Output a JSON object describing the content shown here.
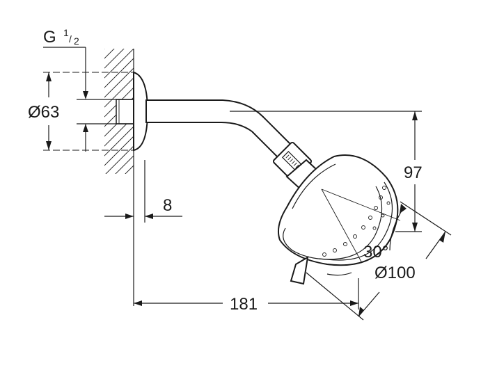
{
  "drawing": {
    "thread_label": "G",
    "thread_fraction_num": "1",
    "thread_fraction_den": "2",
    "flange_diameter": "Ø63",
    "wall_offset": "8",
    "height_drop": "97",
    "tilt_angle": "30°",
    "head_diameter": "Ø100",
    "projection": "181"
  },
  "colors": {
    "ink": "#1a1a1a",
    "background": "#ffffff"
  }
}
